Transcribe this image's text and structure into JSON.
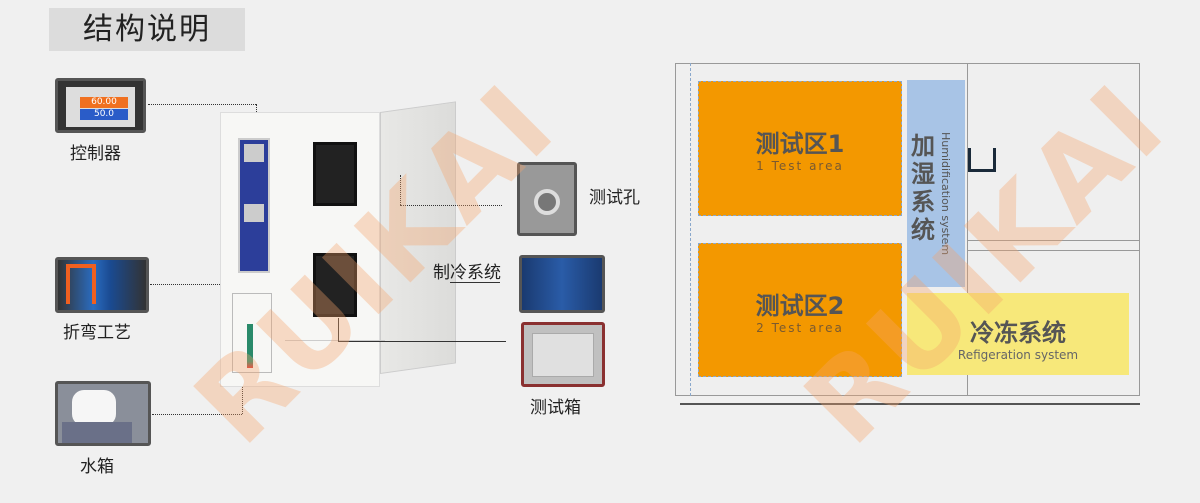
{
  "title": "结构说明",
  "components": {
    "controller": {
      "label": "控制器",
      "screen_values": [
        "60.00",
        "50.0"
      ]
    },
    "bending": {
      "label": "折弯工艺"
    },
    "water_tank": {
      "label": "水箱"
    },
    "test_hole": {
      "label": "测试孔"
    },
    "refrigeration": {
      "label": "制冷系统"
    },
    "test_box": {
      "label": "测试箱"
    }
  },
  "diagram": {
    "zone1": {
      "title": "测试区1",
      "subtitle": "1 Test area"
    },
    "zone2": {
      "title": "测试区2",
      "subtitle": "2 Test area"
    },
    "humidification": {
      "title": "加湿系统",
      "subtitle": "Humidification system"
    },
    "refrigeration": {
      "title": "冷冻系统",
      "subtitle": "Refigeration system"
    }
  },
  "watermark": "RUIKAI",
  "colors": {
    "orange": "#f39800",
    "blue": "#a8c4e6",
    "yellow": "#f7e87a",
    "background": "#f0f0f0"
  }
}
